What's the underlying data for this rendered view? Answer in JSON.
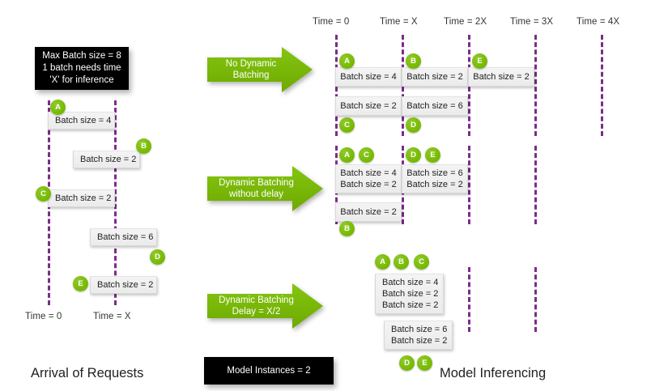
{
  "figure": {
    "left_caption": "Arrival of Requests",
    "right_caption": "Model Inferencing",
    "model_instances_label": "Model Instances = 2",
    "colors": {
      "green": "#76b900",
      "purple_dashed": "#7d2b8b",
      "box_gray": "#efefef",
      "black": "#000000"
    }
  },
  "info_note": {
    "line1": "Max Batch size = 8",
    "line2": "1 batch needs time",
    "line3": "'X' for inference"
  },
  "arrows": [
    {
      "name": "no-dynamic-batching",
      "line1": "No Dynamic",
      "line2": "Batching"
    },
    {
      "name": "dynamic-batching-no-delay",
      "line1": "Dynamic Batching",
      "line2": "without delay"
    },
    {
      "name": "dynamic-batching-delay",
      "line1": "Dynamic Batching",
      "line2": "Delay = X/2"
    }
  ],
  "left_panel": {
    "time_labels": [
      {
        "text": "Time = 0"
      },
      {
        "text": "Time = X"
      }
    ],
    "requests": [
      {
        "id": "A",
        "batch": "Batch size = 4"
      },
      {
        "id": "B",
        "batch": "Batch size = 2"
      },
      {
        "id": "C",
        "batch": "Batch size = 2"
      },
      {
        "id": "D",
        "batch": "Batch size = 6"
      },
      {
        "id": "E",
        "batch": "Batch size = 2"
      }
    ]
  },
  "right_panel": {
    "time_labels": [
      {
        "text": "Time = 0"
      },
      {
        "text": "Time = X"
      },
      {
        "text": "Time = 2X"
      },
      {
        "text": "Time = 3X"
      },
      {
        "text": "Time = 4X"
      }
    ],
    "rows": [
      {
        "name": "no-dynamic-batching",
        "slots": [
          {
            "badges": [
              "A"
            ],
            "lines": [
              "Batch size = 4"
            ]
          },
          {
            "badges": [
              "B"
            ],
            "lines": [
              "Batch size = 2"
            ]
          },
          {
            "badges": [
              "E"
            ],
            "lines": [
              "Batch size = 2"
            ]
          },
          {
            "badges": [
              "C"
            ],
            "lines": [
              "Batch size = 2"
            ]
          },
          {
            "badges": [
              "D"
            ],
            "lines": [
              "Batch size = 6"
            ]
          }
        ]
      },
      {
        "name": "dynamic-batching-without-delay",
        "slots": [
          {
            "badges": [
              "A",
              "C"
            ],
            "lines": [
              "Batch size = 4",
              "Batch size = 2"
            ]
          },
          {
            "badges": [
              "D",
              "E"
            ],
            "lines": [
              "Batch size = 6",
              "Batch size = 2"
            ]
          },
          {
            "badges": [
              "B"
            ],
            "lines": [
              "Batch size = 2"
            ]
          }
        ]
      },
      {
        "name": "dynamic-batching-delay-x2",
        "slots": [
          {
            "badges": [
              "A",
              "B",
              "C"
            ],
            "lines": [
              "Batch size = 4",
              "Batch size = 2",
              "Batch size = 2"
            ]
          },
          {
            "badges": [
              "D",
              "E"
            ],
            "lines": [
              "Batch size = 6",
              "Batch size = 2"
            ]
          }
        ]
      }
    ]
  }
}
